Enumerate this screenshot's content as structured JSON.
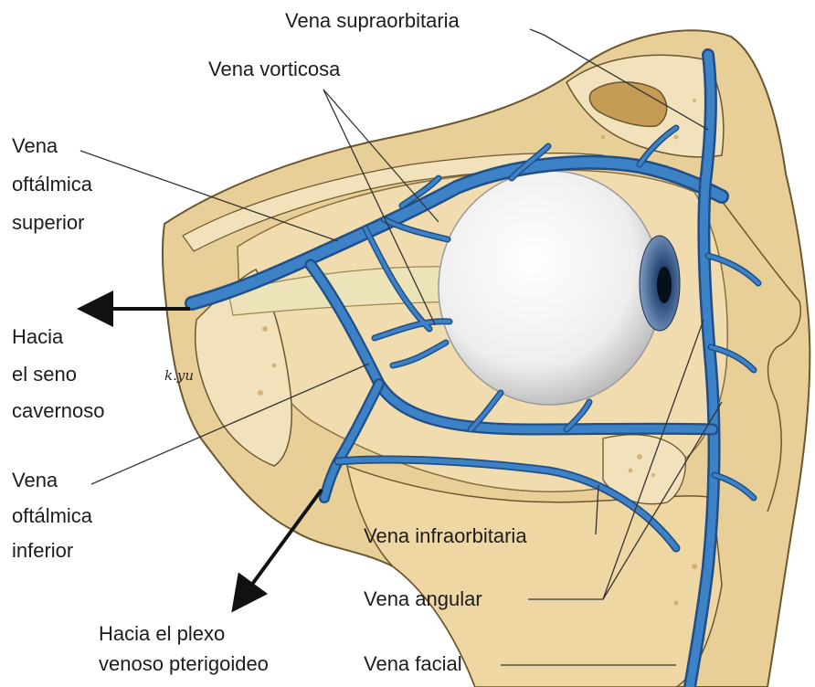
{
  "labels": {
    "vena_supraorbitaria": "Vena supraorbitaria",
    "vena_vorticosa": "Vena vorticosa",
    "vena_oftalmica_superior": [
      "Vena",
      "oftálmica",
      "superior"
    ],
    "hacia_seno_cavernoso": [
      "Hacia",
      "el seno",
      "cavernoso"
    ],
    "vena_oftalmica_inferior": [
      "Vena",
      "oftálmica",
      "inferior"
    ],
    "vena_infraorbitaria": "Vena infraorbitaria",
    "vena_angular": "Vena angular",
    "hacia_plexo_pterigoideo": [
      "Hacia el plexo",
      "venoso pterigoideo"
    ],
    "vena_facial": "Vena facial"
  },
  "signature": "k.yu",
  "colors": {
    "bone": "#e8cf98",
    "bone_light": "#f2e2bb",
    "bone_dark": "#caa966",
    "bone_outline": "#6b5630",
    "soft_tissue": "#efdcb0",
    "vein": "#3d82c6",
    "vein_dark": "#1f4f86",
    "globe": "#f4f4f4",
    "iris": "#3a5d8f",
    "arrow": "#111111",
    "leader": "#333333"
  }
}
